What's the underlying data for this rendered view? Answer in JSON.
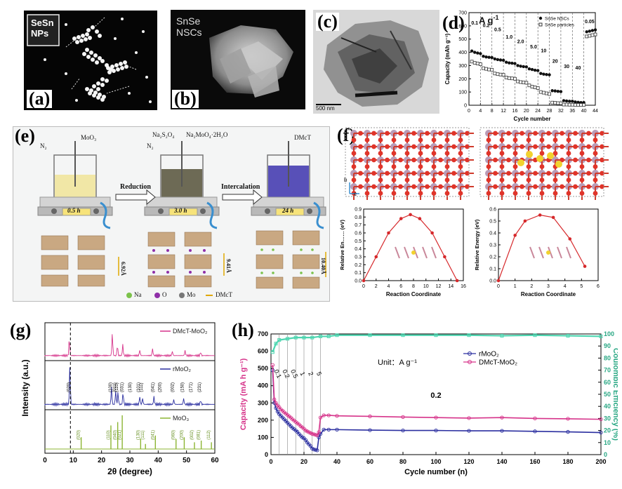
{
  "panels": {
    "a": {
      "label": "(a)",
      "tag_line1": "SeSn",
      "tag_line2": "NPs"
    },
    "b": {
      "label": "(b)",
      "tag_line1": "SnSe",
      "tag_line2": "NSCs"
    },
    "c": {
      "label": "(c)",
      "scale_bar": "500 nm"
    },
    "d": {
      "label": "(d)",
      "unit": "A g",
      "unit_sup": "-1"
    },
    "e": {
      "label": "(e)",
      "reagents": [
        "MoO₃",
        "Na₂S₂O₄",
        "Na₂MoO₄·2H₂O",
        "DMcT"
      ],
      "n2": "N₂",
      "arrow_reduction": "Reduction",
      "arrow_intercalation": "Intercalation",
      "times": [
        "0.5 h",
        "3.0 h",
        "24 h"
      ],
      "spacings": [
        "6.92Å",
        "9.41Å",
        "10.40Å"
      ],
      "legend": [
        "Na",
        "O",
        "Mo",
        "DMcT"
      ]
    },
    "f": {
      "label": "(f)",
      "ylabel_left": "Relative En…… (eV)",
      "ylabel_right": "Relative Energy (eV)",
      "xlabel": "Reaction Coordinate",
      "axis_b": "b",
      "axis_c": "c"
    },
    "g": {
      "label": "(g)",
      "trace_labels": [
        "DMcT-MoO₂",
        "rMoO₂",
        "MoO₃"
      ]
    },
    "h": {
      "label": "(h)",
      "unit_text": "Unit：A g⁻¹",
      "rate_label": "0.2"
    }
  },
  "chart_data": [
    {
      "panel": "d",
      "type": "scatter",
      "xlabel": "Cycle number",
      "ylabel": "Capacity (mAh g⁻¹)",
      "xlim": [
        0,
        44
      ],
      "ylim": [
        0,
        700
      ],
      "xticks": [
        0,
        4,
        8,
        12,
        16,
        20,
        24,
        28,
        32,
        36,
        40,
        44
      ],
      "yticks": [
        0,
        100,
        200,
        300,
        400,
        500,
        600,
        700
      ],
      "rate_labels": [
        {
          "text": "0.1",
          "x": 2,
          "y": 610
        },
        {
          "text": "0.2",
          "x": 6,
          "y": 590
        },
        {
          "text": "0.5",
          "x": 10,
          "y": 560
        },
        {
          "text": "1.0",
          "x": 14,
          "y": 505
        },
        {
          "text": "2.0",
          "x": 18,
          "y": 470
        },
        {
          "text": "5.0",
          "x": 22.5,
          "y": 430
        },
        {
          "text": "10",
          "x": 26,
          "y": 400
        },
        {
          "text": "20",
          "x": 30,
          "y": 320
        },
        {
          "text": "30",
          "x": 34,
          "y": 280
        },
        {
          "text": "40",
          "x": 38,
          "y": 270
        },
        {
          "text": "0.05",
          "x": 42,
          "y": 620
        }
      ],
      "series": [
        {
          "name": "SnSe NSCs",
          "marker": "filled-circle",
          "x": [
            1,
            2,
            3,
            4,
            5,
            6,
            7,
            8,
            9,
            10,
            11,
            12,
            13,
            14,
            15,
            16,
            17,
            18,
            19,
            20,
            21,
            22,
            23,
            24,
            25,
            26,
            27,
            28,
            29,
            30,
            31,
            32,
            33,
            34,
            35,
            36,
            37,
            38,
            39,
            40,
            41,
            42,
            43,
            44
          ],
          "values": [
            410,
            400,
            395,
            390,
            370,
            365,
            362,
            360,
            350,
            345,
            342,
            340,
            325,
            320,
            318,
            315,
            300,
            295,
            292,
            290,
            275,
            270,
            265,
            262,
            240,
            235,
            232,
            230,
            110,
            108,
            105,
            103,
            35,
            32,
            30,
            30,
            25,
            22,
            20,
            20,
            555,
            560,
            565,
            570
          ]
        },
        {
          "name": "SnSe particles",
          "marker": "open-square",
          "x": [
            1,
            2,
            3,
            4,
            5,
            6,
            7,
            8,
            9,
            10,
            11,
            12,
            13,
            14,
            15,
            16,
            17,
            18,
            19,
            20,
            21,
            22,
            23,
            24,
            25,
            26,
            27,
            28,
            29,
            30,
            31,
            32,
            33,
            34,
            35,
            36,
            37,
            38,
            39,
            40,
            41,
            42,
            43,
            44
          ],
          "values": [
            330,
            320,
            315,
            310,
            280,
            275,
            270,
            268,
            240,
            235,
            232,
            230,
            210,
            205,
            203,
            200,
            180,
            175,
            172,
            170,
            150,
            140,
            135,
            130,
            100,
            95,
            90,
            85,
            20,
            18,
            16,
            15,
            5,
            5,
            4,
            4,
            3,
            3,
            3,
            3,
            520,
            525,
            530,
            535
          ]
        }
      ]
    },
    {
      "panel": "f-left",
      "type": "line",
      "xlabel": "Reaction Coordinate",
      "ylabel": "Relative En…… (eV)",
      "xlim": [
        0,
        16
      ],
      "ylim": [
        0,
        0.9
      ],
      "xticks": [
        0,
        2,
        4,
        6,
        8,
        10,
        12,
        14,
        16
      ],
      "yticks": [
        0.0,
        0.1,
        0.2,
        0.3,
        0.4,
        0.5,
        0.6,
        0.7,
        0.8,
        0.9
      ],
      "x": [
        0,
        2,
        4,
        6,
        7.5,
        9,
        11,
        13,
        15
      ],
      "values": [
        0.0,
        0.3,
        0.6,
        0.78,
        0.83,
        0.78,
        0.6,
        0.3,
        0.0
      ]
    },
    {
      "panel": "f-right",
      "type": "line",
      "xlabel": "Reaction Coordinate",
      "ylabel": "Relative Energy (eV)",
      "xlim": [
        0,
        6
      ],
      "ylim": [
        0,
        0.6
      ],
      "xticks": [
        0,
        1,
        2,
        3,
        4,
        5,
        6
      ],
      "yticks": [
        0.0,
        0.1,
        0.2,
        0.3,
        0.4,
        0.5,
        0.6
      ],
      "x": [
        0,
        1,
        1.6,
        2.5,
        3.3,
        4.3,
        5.2
      ],
      "values": [
        0.0,
        0.38,
        0.5,
        0.55,
        0.53,
        0.35,
        0.12
      ]
    },
    {
      "panel": "g",
      "type": "line",
      "xlabel": "2θ (degree)",
      "ylabel": "Intensity (a.u.)",
      "xlim": [
        0,
        60
      ],
      "xticks": [
        0,
        10,
        20,
        30,
        40,
        50,
        60
      ],
      "dashed_line_x": 9,
      "series": [
        {
          "name": "DMcT-MoO₂",
          "peaks": [
            [
              8.6,
              0.6
            ],
            [
              23.8,
              0.8
            ],
            [
              25.6,
              0.35
            ],
            [
              27.5,
              0.4
            ],
            [
              33.5,
              0.2
            ],
            [
              38,
              0.25
            ],
            [
              45,
              0.15
            ],
            [
              49.5,
              0.18
            ],
            [
              55,
              0.12
            ]
          ]
        },
        {
          "name": "rMoO₂",
          "peaks": [
            [
              8.8,
              1.0
            ],
            [
              23.5,
              0.45
            ],
            [
              25,
              0.35
            ],
            [
              25.8,
              0.3
            ],
            [
              27.6,
              0.3
            ],
            [
              33.5,
              0.2
            ],
            [
              34.5,
              0.15
            ],
            [
              38.5,
              0.2
            ],
            [
              45.5,
              0.12
            ],
            [
              49,
              0.15
            ],
            [
              55,
              0.1
            ]
          ]
        },
        {
          "name": "MoO₃",
          "peaks": [
            [
              12.8,
              0.35
            ],
            [
              23.3,
              0.7
            ],
            [
              25.7,
              0.8
            ],
            [
              27.3,
              1.0
            ],
            [
              33.8,
              0.3
            ],
            [
              35.5,
              0.15
            ],
            [
              39,
              0.4
            ],
            [
              46.3,
              0.3
            ],
            [
              49.2,
              0.35
            ],
            [
              52.8,
              0.2
            ],
            [
              55.2,
              0.25
            ],
            [
              58.8,
              0.2
            ]
          ]
        }
      ],
      "peak_labels_r": [
        "(020)",
        "(100)",
        "(011)",
        "(110)",
        "(031)",
        "(130)",
        "(101)",
        "(111)",
        "(041)",
        "(200)",
        "(002)",
        "(150)",
        "(171)",
        "(231)"
      ],
      "peak_labels_moo3": [
        "(020)",
        "(110)",
        "(040)",
        "(021)",
        "(130)",
        "(111)",
        "(041)",
        "(060)",
        "(200)",
        "(002)",
        "(081)",
        "(112)"
      ]
    },
    {
      "panel": "h",
      "type": "scatter",
      "xlabel": "Cycle number (n)",
      "ylabel": "Capacity (mA h g⁻¹)",
      "ylabel_right": "Coulombic Efficiency (%)",
      "xlim": [
        0,
        200
      ],
      "ylim": [
        0,
        700
      ],
      "ylim_right": [
        0,
        100
      ],
      "xticks": [
        0,
        20,
        40,
        60,
        80,
        100,
        120,
        140,
        160,
        180,
        200
      ],
      "yticks": [
        0,
        100,
        200,
        300,
        400,
        500,
        600,
        700
      ],
      "yticks_right": [
        0,
        10,
        20,
        30,
        40,
        50,
        60,
        70,
        80,
        90,
        100
      ],
      "rate_labels": [
        "0.1",
        "0.2",
        "0.5",
        "1",
        "2",
        "5"
      ],
      "series": [
        {
          "name": "rMoO₂",
          "color": "#2b2fa0",
          "x": [
            1,
            2,
            3,
            4,
            5,
            6,
            7,
            8,
            9,
            10,
            11,
            12,
            13,
            14,
            15,
            16,
            17,
            18,
            19,
            20,
            21,
            22,
            23,
            24,
            25,
            26,
            27,
            28,
            29,
            30,
            32,
            35,
            40,
            60,
            80,
            100,
            120,
            140,
            160,
            180,
            200
          ],
          "values": [
            490,
            300,
            270,
            250,
            235,
            225,
            215,
            205,
            195,
            185,
            175,
            165,
            155,
            148,
            140,
            132,
            120,
            110,
            100,
            95,
            85,
            70,
            60,
            50,
            35,
            30,
            28,
            25,
            100,
            120,
            145,
            145,
            145,
            142,
            140,
            140,
            138,
            138,
            135,
            132,
            128
          ]
        },
        {
          "name": "DMcT-MoO₂",
          "color": "#d6338a",
          "x": [
            1,
            2,
            3,
            4,
            5,
            6,
            7,
            8,
            9,
            10,
            11,
            12,
            13,
            14,
            15,
            16,
            17,
            18,
            19,
            20,
            21,
            22,
            23,
            24,
            25,
            26,
            27,
            28,
            29,
            30,
            32,
            35,
            40,
            60,
            80,
            100,
            120,
            140,
            160,
            180,
            200
          ],
          "values": [
            520,
            320,
            300,
            285,
            275,
            262,
            255,
            245,
            238,
            230,
            222,
            215,
            205,
            198,
            190,
            182,
            175,
            165,
            158,
            150,
            140,
            135,
            130,
            125,
            120,
            118,
            115,
            112,
            130,
            215,
            228,
            228,
            225,
            222,
            218,
            215,
            212,
            215,
            210,
            208,
            205
          ]
        },
        {
          "name": "CE",
          "color": "#4dd6b0",
          "x": [
            1,
            3,
            5,
            10,
            15,
            20,
            25,
            30,
            35,
            40,
            60,
            80,
            100,
            120,
            140,
            160,
            180,
            200
          ],
          "values": [
            85,
            92,
            95,
            96,
            97,
            97,
            97,
            98,
            98,
            99,
            99,
            99,
            99,
            99,
            98.5,
            99,
            98.5,
            98
          ]
        }
      ]
    }
  ]
}
